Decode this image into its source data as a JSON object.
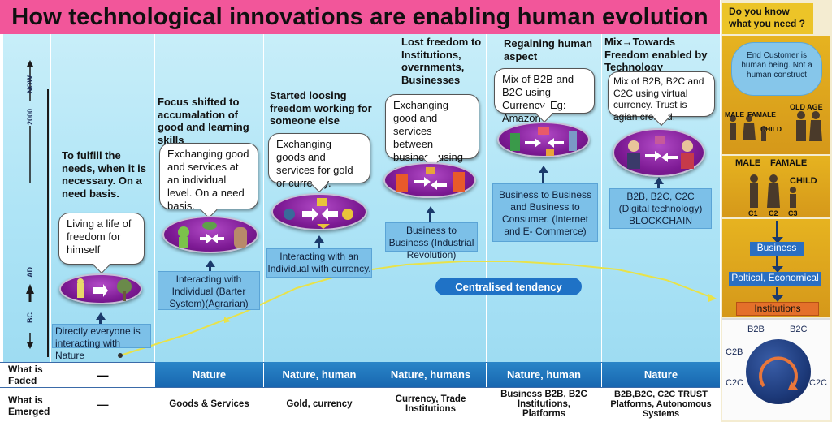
{
  "title": "How technological innovations are enabling human evolution",
  "axis": {
    "now": "NOW",
    "y2000": "2000",
    "ad": "AD",
    "bc": "BC"
  },
  "columns": [
    {
      "head": "To fulfill the needs, when it is necessary. On a need basis.",
      "bubble": "Living a life of freedom for himself",
      "info": "Directly everyone is interacting with Nature"
    },
    {
      "head": "Focus shifted to accumalation of good and learning skills",
      "bubble": "Exchanging good and services at an individual level. On a need basis.",
      "info": "Interacting with Individual (Barter System)(Agrarian)"
    },
    {
      "head": "Started loosing freedom working for someone else",
      "bubble": "Exchanging goods and services for gold or currency.",
      "info": "Interacting with an Individual with currency."
    },
    {
      "head": "Lost freedom to Institutions, overnments, Businesses",
      "bubble": "Exchanging good and services between business using currency.",
      "info": "Business to Business (Industrial Revolution)"
    },
    {
      "head": "Regaining human aspect",
      "bubble": "Mix of B2B and B2C using Currency. Eg: Amazon",
      "info": "Business to Business and Business to Consumer. (Internet and E- Commerce)"
    },
    {
      "head": "Mix→Towards Freedom enabled by Technology",
      "bubble": "Mix of B2B, B2C and C2C using virtual currency. Trust is agian created.",
      "info": "B2B, B2C, C2C (Digital technology) BLOCKCHAIN"
    }
  ],
  "centralised": "Centralised tendency",
  "footer": {
    "faded_label": "What is Faded",
    "emerged_label": "What is Emerged",
    "faded": [
      "—",
      "Nature",
      "Nature, human",
      "Nature, humans",
      "Nature, human",
      "Nature"
    ],
    "emerged": [
      "—",
      "Goods & Services",
      "Gold, currency",
      "Currency, Trade Institutions",
      "Business B2B, B2C Institutions, Platforms",
      "B2B,B2C, C2C TRUST Platforms, Autonomous Systems"
    ]
  },
  "side": {
    "head": "Do you know what you need ?",
    "cloud": "End Customer is human being. Not a human construct",
    "family1": {
      "male": "MALE",
      "female": "FAMALE",
      "child": "CHILD",
      "old_age": "OLD AGE"
    },
    "family2": {
      "male": "MALE",
      "female": "FAMALE",
      "child": "CHILD",
      "c1": "C1",
      "c2": "C2",
      "c3": "C3"
    },
    "business": "Business",
    "political": "Poltical, Economical",
    "institutions": "Institutions",
    "dial": {
      "b2b": "B2B",
      "b2c_top": "B2C",
      "c2b": "C2B",
      "c2c_left": "C2C",
      "c2c_right": "C2C"
    }
  },
  "colors": {
    "title_bg": "#f2569a",
    "oval": "#7d1a94",
    "footer_blue": "#1867b0",
    "side_gold": "#e6b320",
    "trend_line": "#e8e24a"
  },
  "icons": [
    "person-icon",
    "tree-icon",
    "barter-icon",
    "currency-icon",
    "building-icon",
    "shopping-cart-icon",
    "family-icon",
    "cloud-icon",
    "cycle-dial-icon"
  ]
}
